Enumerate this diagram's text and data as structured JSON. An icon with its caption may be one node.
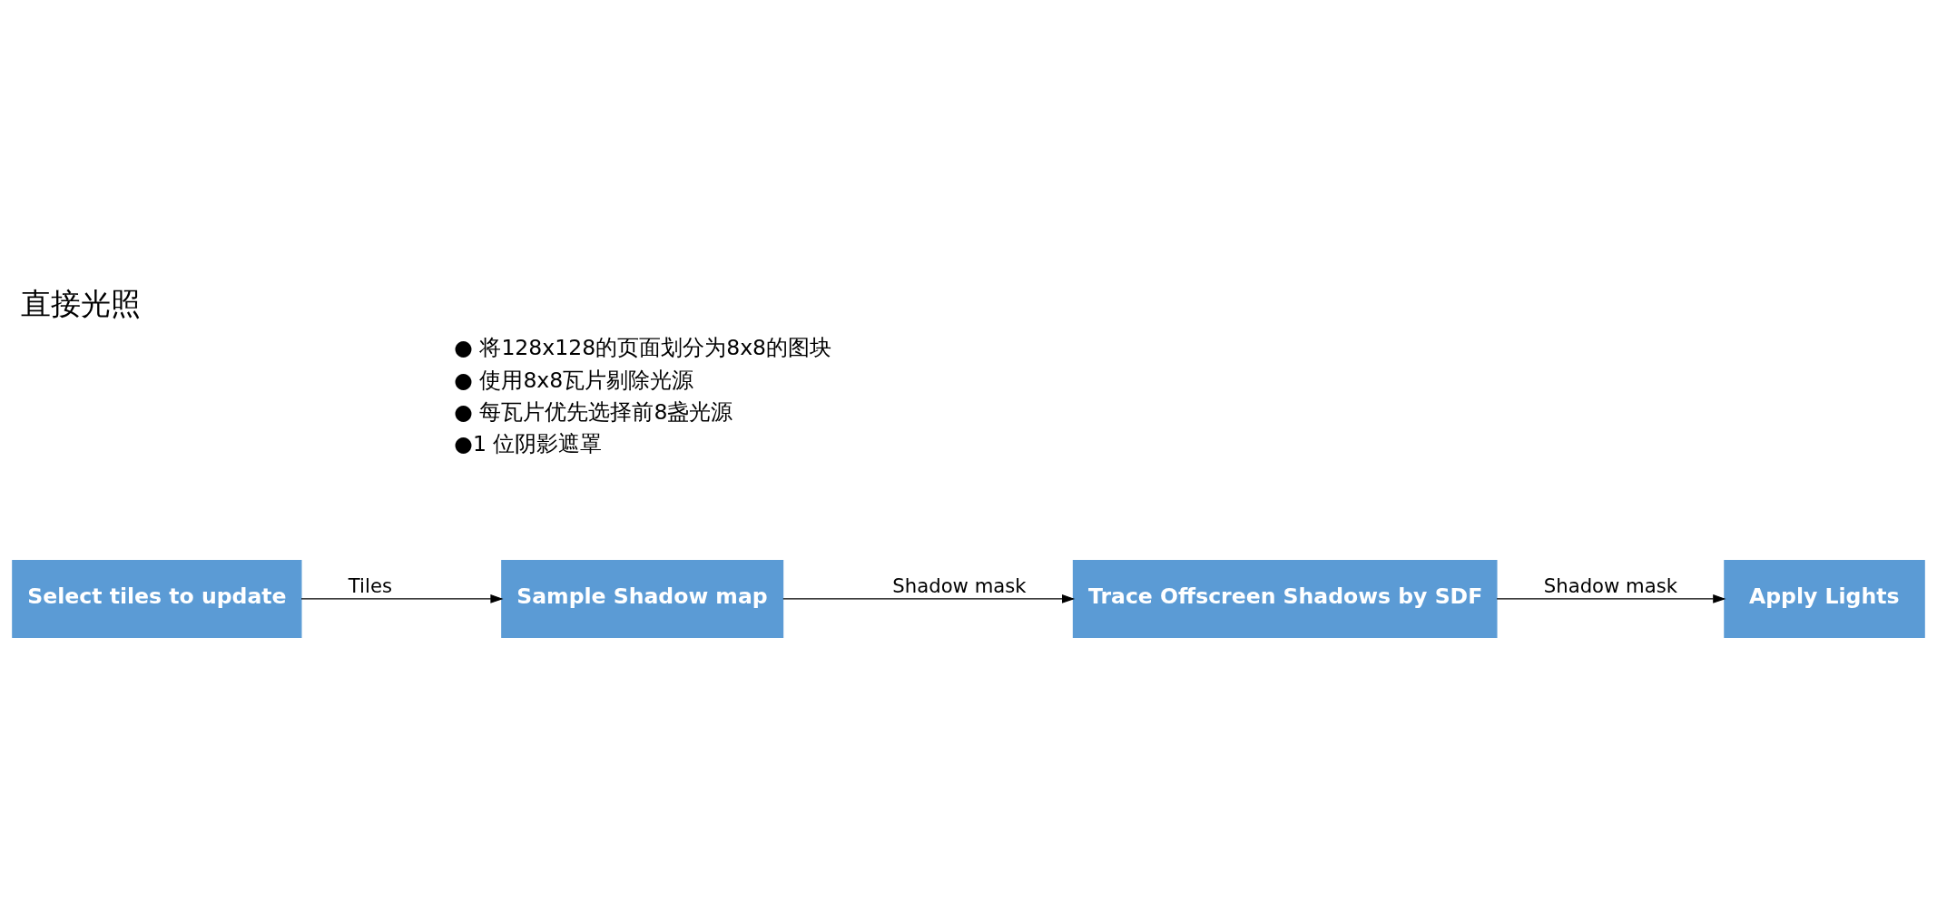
{
  "diagram": {
    "title": "直接光照",
    "nodes": [
      {
        "text": [
          "Sample Shadow map"
        ]
      },
      {
        "text": [
          "Trace Offscreen Shadows by SDF"
        ]
      },
      {
        "text": [
          "Select tiles to update"
        ]
      },
      {
        "text": [
          "Apply Lights"
        ]
      }
    ],
    "edges": [
      {
        "from": 2,
        "to": 0,
        "arrow": "to",
        "label": "Tiles"
      },
      {
        "from": 0,
        "to": 1,
        "arrow": "to",
        "label": "Shadow mask"
      },
      {
        "from": 1,
        "to": 3,
        "arrow": "to",
        "label": "Shadow mask"
      }
    ],
    "labels": [
      "● 将128x128的页面划分为8x8的图块",
      "● 使用8x8瓦片剔除光源",
      "● 每瓦片优先选择前8盏光源",
      "●1 位阴影遮罩"
    ]
  }
}
